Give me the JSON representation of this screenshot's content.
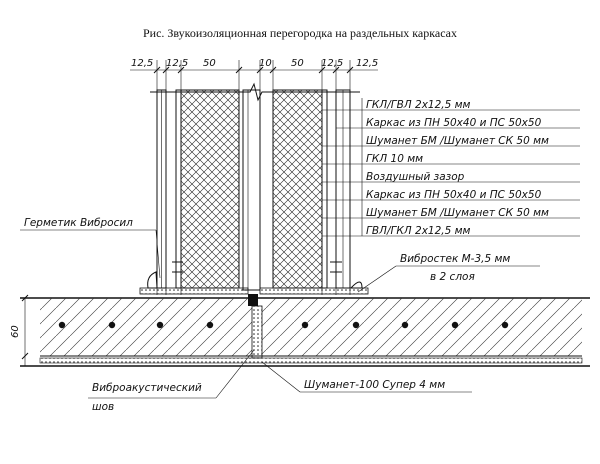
{
  "title": "Рис. Звукоизоляционная перегородка на раздельных каркасах",
  "dimensions_top": [
    "12,5",
    "12,5",
    "50",
    "10",
    "50",
    "12,5",
    "12,5"
  ],
  "layers": [
    "ГКЛ/ГВЛ 2х12,5 мм",
    "Каркас из ПН 50х40 и ПС 50х50",
    "Шуманет БМ /Шуманет СК 50 мм",
    "ГКЛ 10 мм",
    "Воздушный зазор",
    "Каркас из ПН 50х40 и ПС 50х50",
    "Шуманет БМ /Шуманет СК 50 мм",
    "ГВЛ/ГКЛ 2х12,5 мм"
  ],
  "callouts": {
    "sealant": "Герметик Вибросил",
    "anchor_line1": "Виброcтек М-3,5 мм",
    "anchor_line2": "в 2 слоя",
    "joint_line1": "Виброакустический",
    "joint_line2": "шов",
    "underlay": "Шуманет-100 Супер 4 мм"
  },
  "side_dimension": "60"
}
